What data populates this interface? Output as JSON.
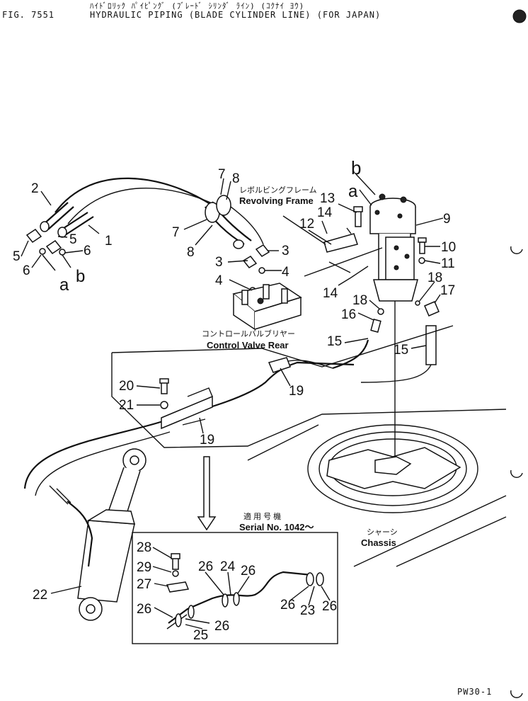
{
  "header": {
    "fig_number": "FIG. 7551",
    "title_jp": "ﾊｲﾄﾞﾛﾘｯｸ ﾊﾟｲﾋﾟﾝｸﾞ (ﾌﾞﾚｰﾄﾞ ｼﾘﾝﾀﾞ ﾗｲﾝ) (ｺｸﾅｲ ﾖｳ)",
    "title_en": "HYDRAULIC PIPING (BLADE CYLINDER LINE) (FOR JAPAN)"
  },
  "labels": {
    "revolving_frame_jp": "レボルビングフレーム",
    "revolving_frame_en": "Revolving Frame",
    "control_valve_jp": "コントロールバルブリヤー",
    "control_valve_en": "Control Valve Rear",
    "serial_jp": "適 用 号 機",
    "serial_en": "Serial No. 1042～",
    "chassis_jp": "シャーシ",
    "chassis_en": "Chassis"
  },
  "callouts": {
    "c1": "1",
    "c2": "2",
    "c3a": "3",
    "c3b": "3",
    "c4a": "4",
    "c4b": "4",
    "c5a": "5",
    "c5b": "5",
    "c6a": "6",
    "c6b": "6",
    "c7a": "7",
    "c7b": "7",
    "c8a": "8",
    "c8b": "8",
    "c9": "9",
    "c10": "10",
    "c11": "11",
    "c12": "12",
    "c13": "13",
    "c14a": "14",
    "c14b": "14",
    "c15a": "15",
    "c15b": "15",
    "c16": "16",
    "c17": "17",
    "c18a": "18",
    "c18b": "18",
    "c19a": "19",
    "c19b": "19",
    "c20": "20",
    "c21": "21",
    "c22": "22",
    "c23": "23",
    "c24": "24",
    "c25": "25",
    "c26a": "26",
    "c26b": "26",
    "c26c": "26",
    "c26d": "26",
    "c26e": "26",
    "c26f": "26",
    "c27": "27",
    "c28": "28",
    "c29": "29",
    "a1": "a",
    "b1": "b",
    "a2": "a",
    "b2": "b"
  },
  "footer": {
    "page_code": "PW30-1"
  }
}
